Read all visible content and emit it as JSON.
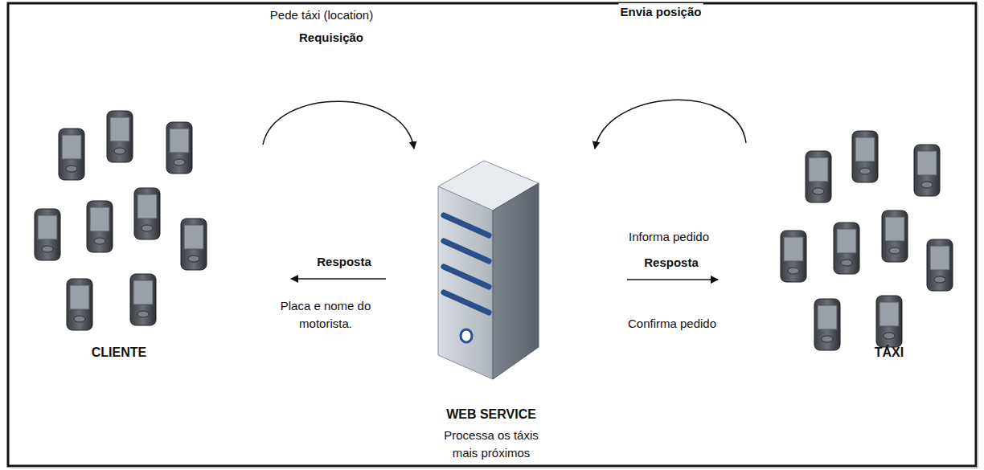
{
  "diagram": {
    "nodes": [
      {
        "text": [
          "CLIENTE"
        ]
      },
      {
        "text": [
          "WEB SERVICE",
          "Processa os táxis mais próximos"
        ]
      },
      {
        "text": [
          "TÁXI"
        ]
      }
    ],
    "edges": [
      {
        "from": 0,
        "to": 1,
        "label": "Requisição",
        "arrow": "to"
      },
      {
        "from": 1,
        "to": 0,
        "label": "Resposta",
        "arrow": "to"
      },
      {
        "from": 2,
        "to": 1,
        "label": "Envia posição",
        "arrow": "to"
      },
      {
        "from": 1,
        "to": 2,
        "label": "Resposta",
        "arrow": "to"
      }
    ],
    "labels": [
      "Pede táxi (location)",
      "Placa e nome do motorista.",
      "Informa pedido",
      "Confirma pedido"
    ]
  }
}
